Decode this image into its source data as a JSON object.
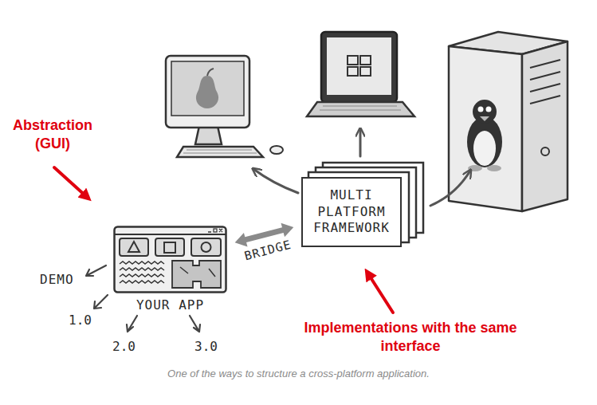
{
  "diagram": {
    "caption": "One of the ways to structure a cross-platform application.",
    "nodes": [
      {
        "text": [
          "MULTI PLATFORM FRAMEWORK"
        ]
      },
      {
        "text": [
          "YOUR APP"
        ]
      }
    ],
    "edges": [
      {
        "from": 1,
        "to": 0,
        "arrow": "both",
        "label": "BRIDGE"
      }
    ],
    "labels": [
      "Abstraction (GUI)",
      "DEMO",
      "1.0",
      "2.0",
      "3.0",
      "Implementations with the same interface"
    ]
  }
}
